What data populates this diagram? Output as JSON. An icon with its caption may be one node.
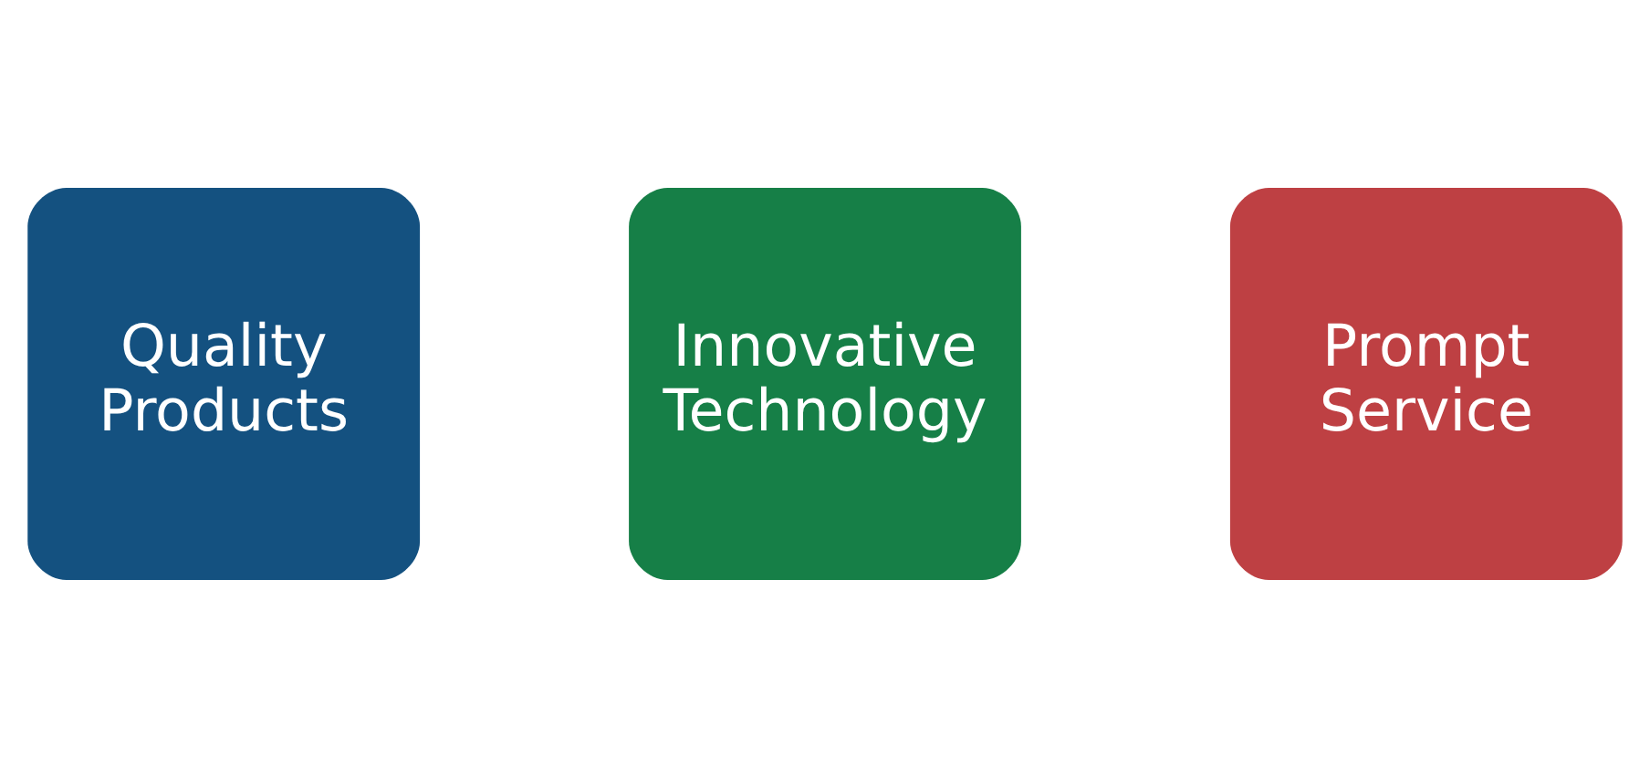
{
  "diagram": {
    "nodes": [
      {
        "text": [
          "Quality Products"
        ]
      },
      {
        "text": [
          "Innovative Technology"
        ]
      },
      {
        "text": [
          "Prompt Service"
        ]
      }
    ]
  }
}
